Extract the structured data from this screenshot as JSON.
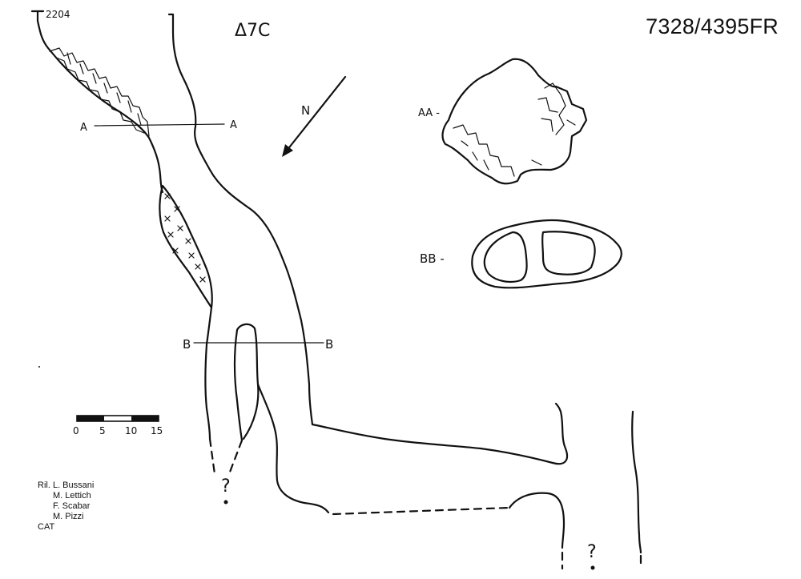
{
  "survey_code": "7328/4395FR",
  "cave_label": "Δ7C",
  "entrance_elevation": "2204",
  "north_label": "N",
  "section_a": {
    "start": "A",
    "end": "A",
    "profile_label": "AA -"
  },
  "section_b": {
    "start": "B",
    "end": "B",
    "profile_label": "BB -"
  },
  "unknown_marks": [
    "?",
    "?"
  ],
  "scale_bar": {
    "ticks": [
      "0",
      "5",
      "10",
      "15"
    ]
  },
  "credits": {
    "prefix": "Ril.",
    "surveyors": [
      "L. Bussani",
      "M. Lettich",
      "F. Scabar",
      "M. Pizzi"
    ],
    "group": "CAT"
  },
  "colors": {
    "ink": "#111111",
    "paper": "#ffffff"
  }
}
